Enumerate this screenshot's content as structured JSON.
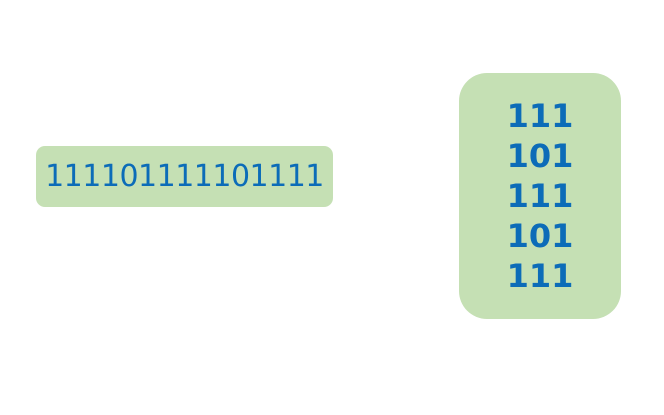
{
  "colors": {
    "box_fill": "#c5e0b4",
    "text": "#0c6cb8",
    "background": "#ffffff"
  },
  "flat_sequence": {
    "text": "111101111101111"
  },
  "grid_sequence": {
    "rows": [
      "111",
      "101",
      "111",
      "101",
      "111"
    ]
  }
}
